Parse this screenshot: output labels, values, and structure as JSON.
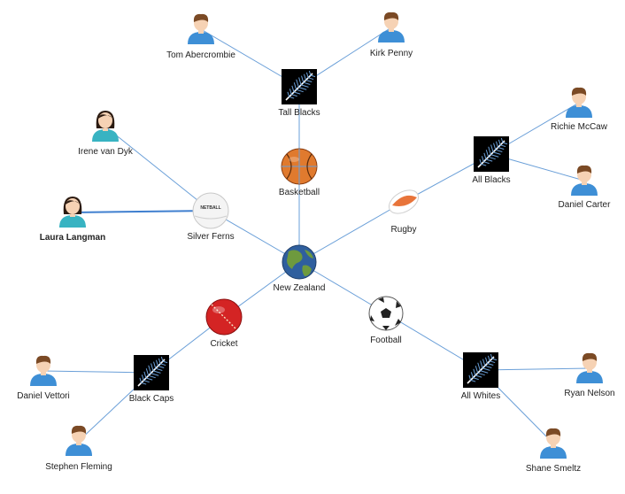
{
  "nodes": [
    {
      "id": "nz",
      "label": "New Zealand",
      "kind": "globe"
    },
    {
      "id": "basketball",
      "label": "Basketball",
      "kind": "basketball"
    },
    {
      "id": "rugby",
      "label": "Rugby",
      "kind": "rugby"
    },
    {
      "id": "netball",
      "label": "Silver Ferns",
      "kind": "netball",
      "ball_text": "NETBALL"
    },
    {
      "id": "cricket",
      "label": "Cricket",
      "kind": "cricket"
    },
    {
      "id": "football",
      "label": "Football",
      "kind": "football"
    },
    {
      "id": "tallblacks",
      "label": "Tall Blacks",
      "kind": "fern"
    },
    {
      "id": "allblacks",
      "label": "All Blacks",
      "kind": "fern"
    },
    {
      "id": "blackcaps",
      "label": "Black Caps",
      "kind": "fern"
    },
    {
      "id": "allwhites",
      "label": "All Whites",
      "kind": "fern"
    },
    {
      "id": "tom",
      "label": "Tom Abercrombie",
      "kind": "man"
    },
    {
      "id": "kirk",
      "label": "Kirk Penny",
      "kind": "man"
    },
    {
      "id": "richie",
      "label": "Richie McCaw",
      "kind": "man"
    },
    {
      "id": "danielc",
      "label": "Daniel Carter",
      "kind": "man"
    },
    {
      "id": "irene",
      "label": "Irene van Dyk",
      "kind": "woman"
    },
    {
      "id": "laura",
      "label": "Laura Langman",
      "kind": "woman",
      "bold": true
    },
    {
      "id": "danielv",
      "label": "Daniel Vettori",
      "kind": "man"
    },
    {
      "id": "stephen",
      "label": "Stephen Fleming",
      "kind": "man"
    },
    {
      "id": "ryan",
      "label": "Ryan Nelson",
      "kind": "man"
    },
    {
      "id": "shane",
      "label": "Shane Smeltz",
      "kind": "man"
    }
  ],
  "edges": [
    [
      "nz",
      "basketball"
    ],
    [
      "nz",
      "rugby"
    ],
    [
      "nz",
      "netball"
    ],
    [
      "nz",
      "cricket"
    ],
    [
      "nz",
      "football"
    ],
    [
      "basketball",
      "tallblacks"
    ],
    [
      "tallblacks",
      "tom"
    ],
    [
      "tallblacks",
      "kirk"
    ],
    [
      "rugby",
      "allblacks"
    ],
    [
      "allblacks",
      "richie"
    ],
    [
      "allblacks",
      "danielc"
    ],
    [
      "netball",
      "irene"
    ],
    [
      "netball",
      "laura",
      "bold"
    ],
    [
      "cricket",
      "blackcaps"
    ],
    [
      "blackcaps",
      "danielv"
    ],
    [
      "blackcaps",
      "stephen"
    ],
    [
      "football",
      "allwhites"
    ],
    [
      "allwhites",
      "ryan"
    ],
    [
      "allwhites",
      "shane"
    ]
  ],
  "colors": {
    "edge": "#6a9fd8",
    "skin": "#f6d2b4",
    "hair": "#7b4a25",
    "shirt_man": "#3e8fd6",
    "shirt_woman": "#38b3c2",
    "fern_bg": "#000000",
    "basketball": "#e07a2e",
    "cricket": "#d42424",
    "rugby": "#e8743a",
    "ocean": "#2f5f9e",
    "land": "#6e9a3e"
  }
}
